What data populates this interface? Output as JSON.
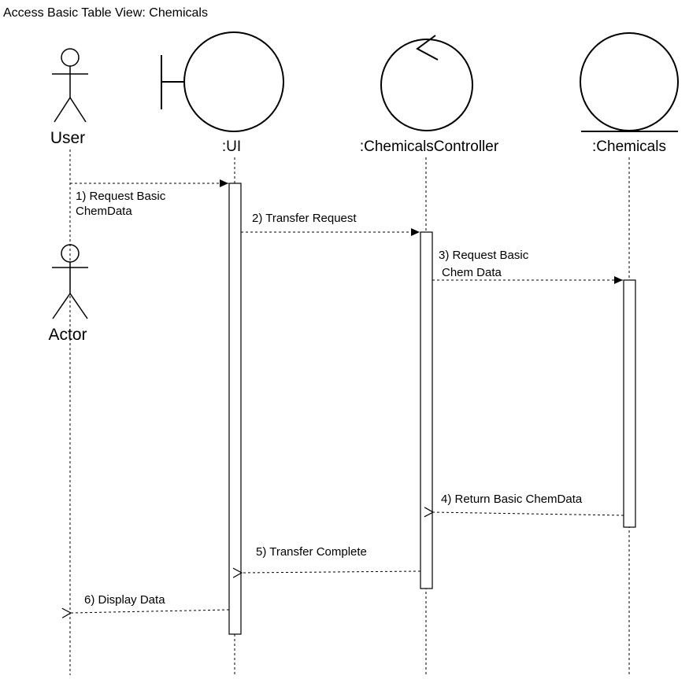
{
  "diagram": {
    "title": "Access Basic Table View: Chemicals",
    "participants": [
      {
        "name": "User",
        "kind": "actor"
      },
      {
        "name": "Actor",
        "kind": "actor"
      },
      {
        "name": ":UI",
        "kind": "boundary"
      },
      {
        "name": ":ChemicalsController",
        "kind": "control"
      },
      {
        "name": ":Chemicals",
        "kind": "entity"
      }
    ],
    "messages": [
      {
        "label_lines": [
          "1) Request Basic",
          "ChemData"
        ]
      },
      {
        "label_lines": [
          "2) Transfer Request"
        ]
      },
      {
        "label_lines": [
          "3) Request Basic",
          "Chem Data"
        ]
      },
      {
        "label_lines": [
          "4) Return Basic ChemData"
        ]
      },
      {
        "label_lines": [
          "5) Transfer Complete"
        ]
      },
      {
        "label_lines": [
          "6) Display Data"
        ]
      }
    ]
  }
}
